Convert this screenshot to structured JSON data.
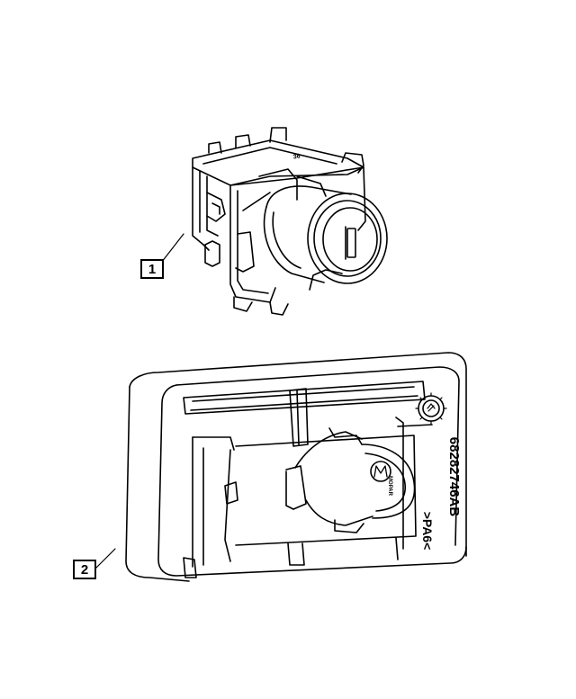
{
  "callouts": [
    {
      "label": "1"
    },
    {
      "label": "2"
    }
  ],
  "part_markings": {
    "part_number": "68282746AB",
    "material": ">PA6<",
    "logo": "MOPAR",
    "code": "36"
  },
  "colors": {
    "line": "#000000",
    "background": "#ffffff"
  }
}
